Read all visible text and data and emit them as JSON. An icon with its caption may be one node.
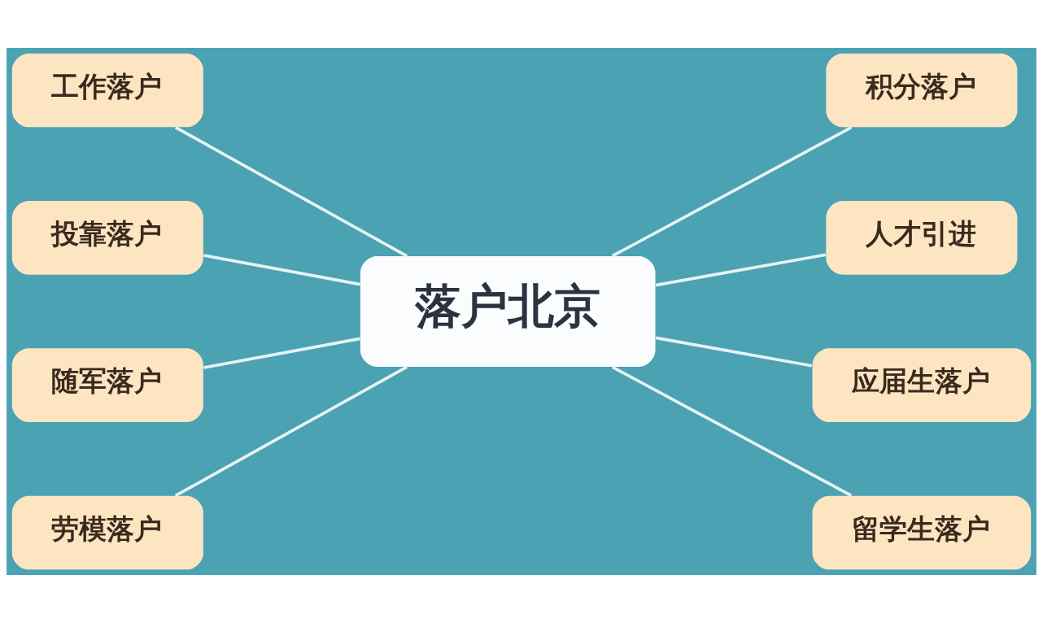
{
  "diagram": {
    "nodes": [
      {
        "text": [
          "落户北京"
        ]
      },
      {
        "text": [
          "工作落户"
        ]
      },
      {
        "text": [
          "投靠落户"
        ]
      },
      {
        "text": [
          "随军落户"
        ]
      },
      {
        "text": [
          "劳模落户"
        ]
      },
      {
        "text": [
          "积分落户"
        ]
      },
      {
        "text": [
          "人才引进"
        ]
      },
      {
        "text": [
          "应届生落户"
        ]
      },
      {
        "text": [
          "留学生落户"
        ]
      }
    ],
    "edges": [
      {
        "from": 1,
        "to": 0,
        "arrow": "none"
      },
      {
        "from": 2,
        "to": 0,
        "arrow": "none"
      },
      {
        "from": 3,
        "to": 0,
        "arrow": "none"
      },
      {
        "from": 4,
        "to": 0,
        "arrow": "none"
      },
      {
        "from": 0,
        "to": 5,
        "arrow": "none"
      },
      {
        "from": 0,
        "to": 6,
        "arrow": "none"
      },
      {
        "from": 0,
        "to": 7,
        "arrow": "none"
      },
      {
        "from": 0,
        "to": 8,
        "arrow": "none"
      }
    ]
  }
}
